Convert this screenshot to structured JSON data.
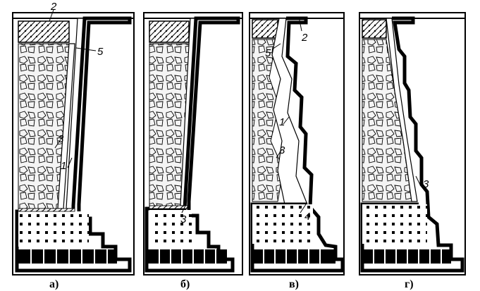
{
  "panels": [
    {
      "id": "a",
      "caption": "а)",
      "labels": [
        "2",
        "5",
        "3",
        "1"
      ]
    },
    {
      "id": "b",
      "caption": "б)",
      "labels": [
        "3"
      ]
    },
    {
      "id": "v",
      "caption": "в)",
      "labels": [
        "2",
        "5",
        "1",
        "3",
        "4"
      ]
    },
    {
      "id": "g",
      "caption": "г)",
      "labels": [
        "3"
      ]
    }
  ],
  "colors": {
    "ink": "#000000",
    "paper": "#ffffff",
    "rubble_fill": "#f4f4f4"
  }
}
